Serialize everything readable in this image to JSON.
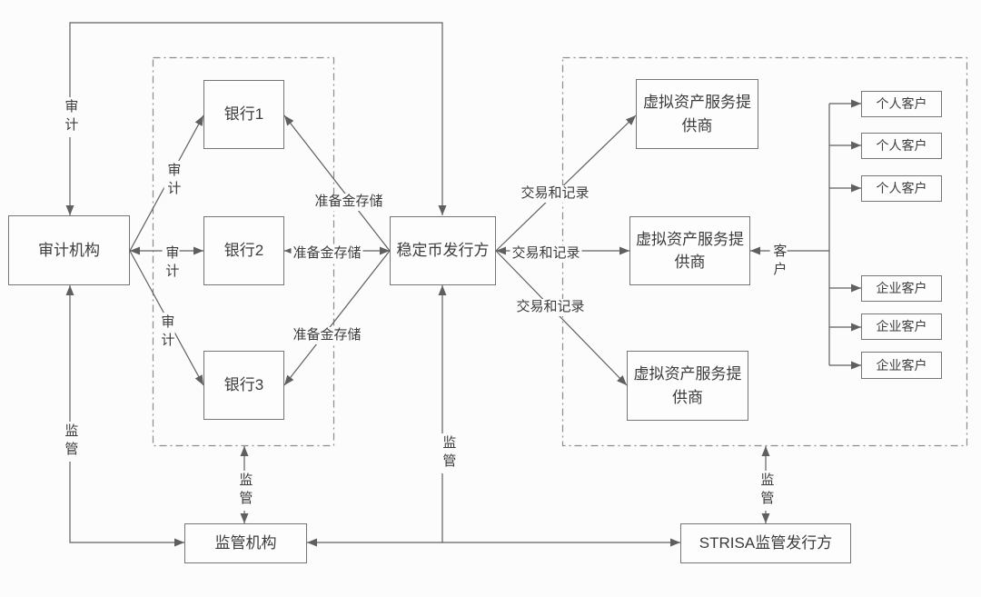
{
  "diagram": {
    "nodes": {
      "audit_agency": "审计机构",
      "bank1": "银行1",
      "bank2": "银行2",
      "bank3": "银行3",
      "stablecoin_issuer": "稳定币发行方",
      "vasp": "虚拟资产服务提供商",
      "individual_customer": "个人客户",
      "corporate_customer": "企业客户",
      "regulator": "监管机构",
      "strisa_issuer": "STRISA监管发行方"
    },
    "edge_labels": {
      "audit": "审计",
      "reserve_storage": "准备金存储",
      "transactions_and_records": "交易和记录",
      "supervision": "监管",
      "customer": "客户"
    }
  },
  "colors": {
    "background_color": "#fcfcfc",
    "line_color": "#5f5f5f",
    "node_border_color": "#757575",
    "group_border_color": "#8c8c8c",
    "text_color": "#3c3c3c"
  }
}
